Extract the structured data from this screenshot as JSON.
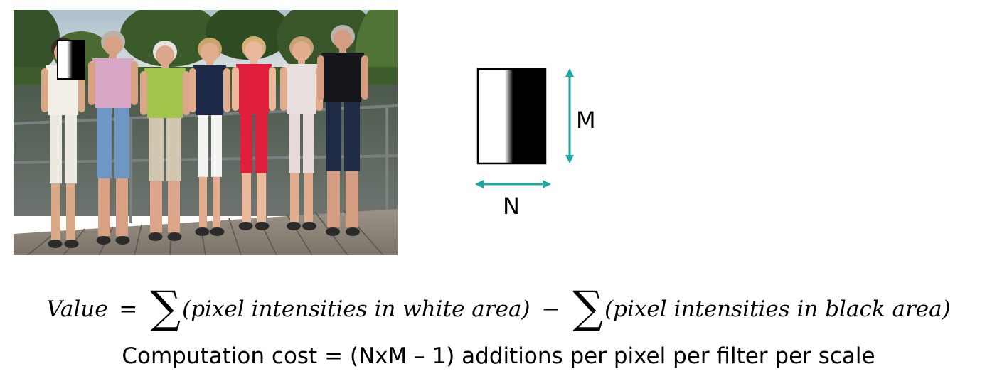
{
  "photo": {
    "subject": "group-photo",
    "colors": {
      "sky": "#c9d6dc",
      "trees": "#3d5a2a",
      "water": "#56605a",
      "railing": "#7c7f80",
      "deck": "#8c8478"
    },
    "people": [
      {
        "name": "person-1",
        "top": "#f2efe8",
        "bottom": "#ece9e0",
        "skin": "#d9a988",
        "hair": "#3a2a22"
      },
      {
        "name": "person-2",
        "top": "#d9a7c6",
        "bottom": "#6f97c4",
        "skin": "#d8a183",
        "hair": "#b8b2aa"
      },
      {
        "name": "person-3",
        "top": "#a3c44a",
        "bottom": "#d1c6b0",
        "skin": "#dca68a",
        "hair": "#e6e3df"
      },
      {
        "name": "person-4",
        "top": "#1e2848",
        "bottom": "#f2f2f0",
        "skin": "#e0ad8f",
        "hair": "#caa46a"
      },
      {
        "name": "person-5",
        "top": "#e01f3d",
        "bottom": "#e01f3d",
        "skin": "#eab89a",
        "hair": "#d6b074"
      },
      {
        "name": "person-6",
        "top": "#e9dede",
        "bottom": "#e5d9d9",
        "skin": "#e3ae90",
        "hair": "#c7a277"
      },
      {
        "name": "person-7",
        "top": "#14161c",
        "bottom": "#1f2b44",
        "skin": "#d49c80",
        "hair": "#b9b4ae"
      }
    ]
  },
  "diagram": {
    "width_label": "N",
    "height_label": "M",
    "arrow_color": "#1aa9a4",
    "filter_white": "#ffffff",
    "filter_black": "#000000"
  },
  "formula": {
    "lhs": "Value",
    "equals": "=",
    "term1": "(pixel intensities in white area)",
    "minus": "−",
    "term2": "(pixel intensities in black area)"
  },
  "cost": {
    "text": "Computation cost = (NxM – 1) additions per pixel per filter per scale"
  }
}
